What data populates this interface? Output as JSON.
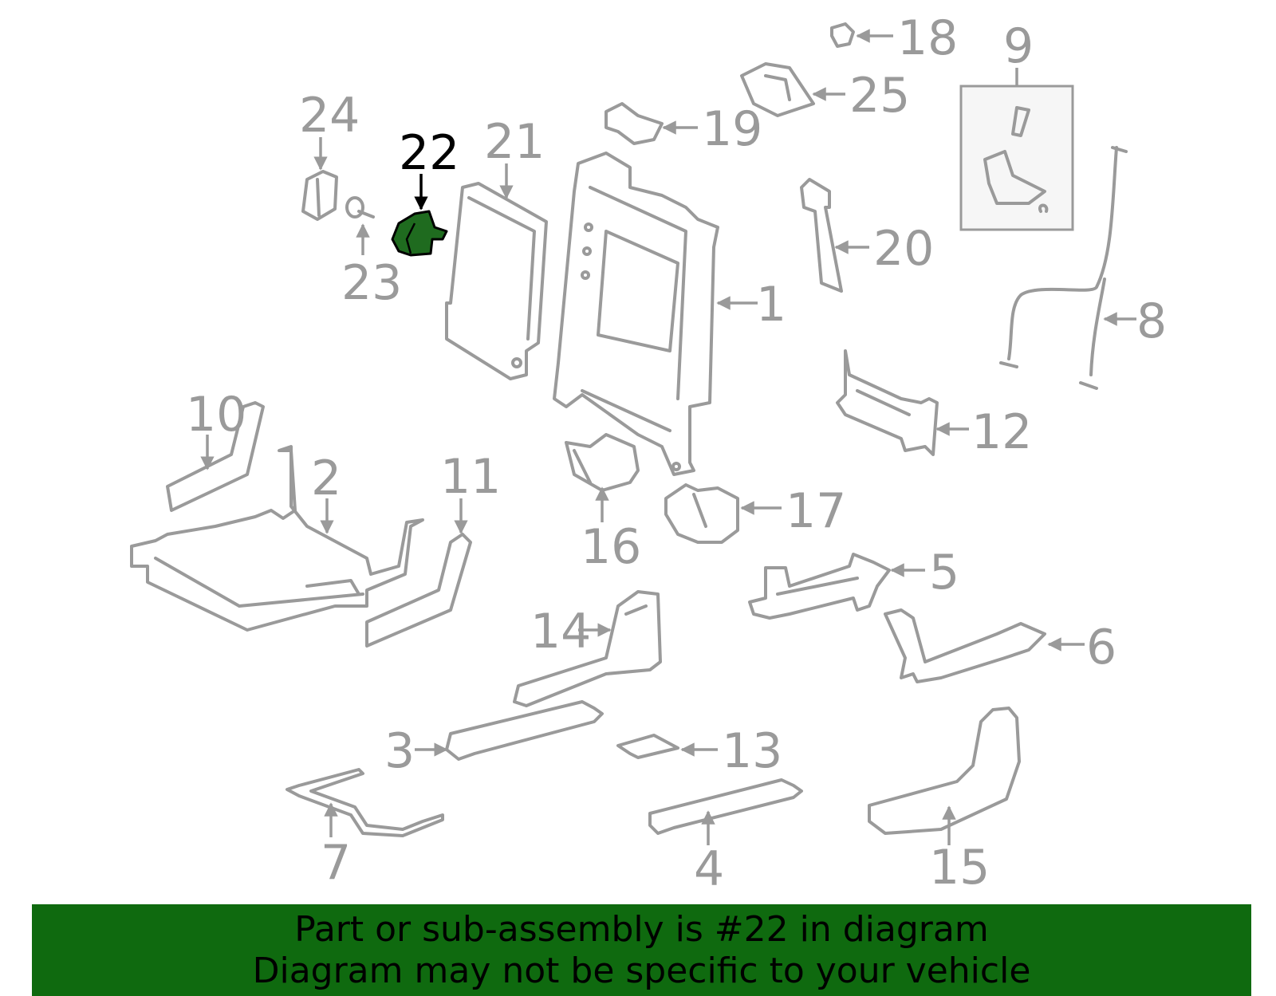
{
  "highlight_color": "#1f6b1f",
  "banner_color": "#0f6a0f",
  "callouts": {
    "n1": "1",
    "n2": "2",
    "n3": "3",
    "n4": "4",
    "n5": "5",
    "n6": "6",
    "n7": "7",
    "n8": "8",
    "n9": "9",
    "n10": "10",
    "n11": "11",
    "n12": "12",
    "n13": "13",
    "n14": "14",
    "n15": "15",
    "n16": "16",
    "n17": "17",
    "n18": "18",
    "n19": "19",
    "n20": "20",
    "n21": "21",
    "n22": "22",
    "n23": "23",
    "n24": "24",
    "n25": "25"
  },
  "highlighted_part": "22",
  "banner": {
    "line1": "Part or sub-assembly is #22 in diagram",
    "line2": "Diagram may not be specific to your vehicle"
  }
}
